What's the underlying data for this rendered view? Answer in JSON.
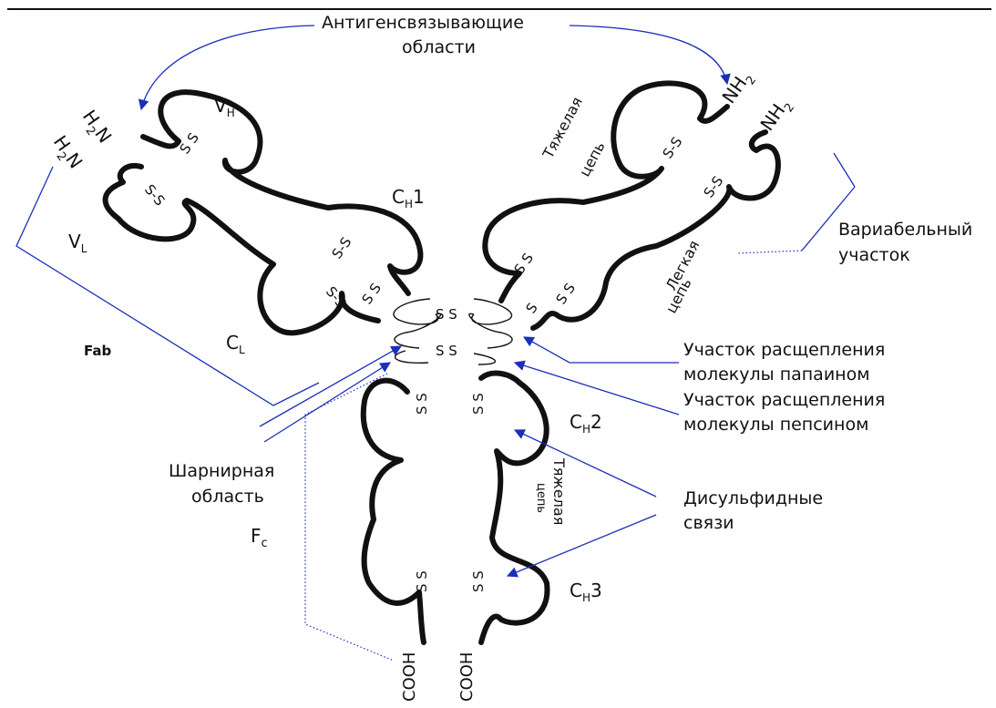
{
  "labels": {
    "antigen_binding": [
      "Антигенсвязывающие",
      "области"
    ],
    "nh2": "NH",
    "h2n": "H",
    "sub2": "2",
    "n": "N",
    "vh": "V",
    "vh_sub": "H",
    "vl": "V",
    "vl_sub": "L",
    "ch": "C",
    "ch_sub": "H",
    "ch1_num": "1",
    "ch2_num": "2",
    "ch3_num": "3",
    "cl": "C",
    "cl_sub": "L",
    "fab": "Fab",
    "fc": "F",
    "fc_sub": "c",
    "heavy_chain": [
      "Тяжелая",
      "цепь"
    ],
    "light_chain": [
      "Легкая",
      "цепь"
    ],
    "variable_region": [
      "Вариабельный",
      "участок"
    ],
    "papain_site": [
      "Участок расщепления",
      "молекулы папаином"
    ],
    "pepsin_site": [
      "Участок расщепления",
      "молекулы пепсином"
    ],
    "hinge_region": [
      "Шарнирная",
      "область"
    ],
    "disulfide_bonds": [
      "Дисульфидные",
      "связи"
    ],
    "cooh": "COOH",
    "s": "S",
    "ss_dash": "S-S",
    "ss_space": "S S"
  },
  "colors": {
    "ink": "#111111",
    "arrow": "#1b2fb8",
    "rule": "#111111"
  }
}
